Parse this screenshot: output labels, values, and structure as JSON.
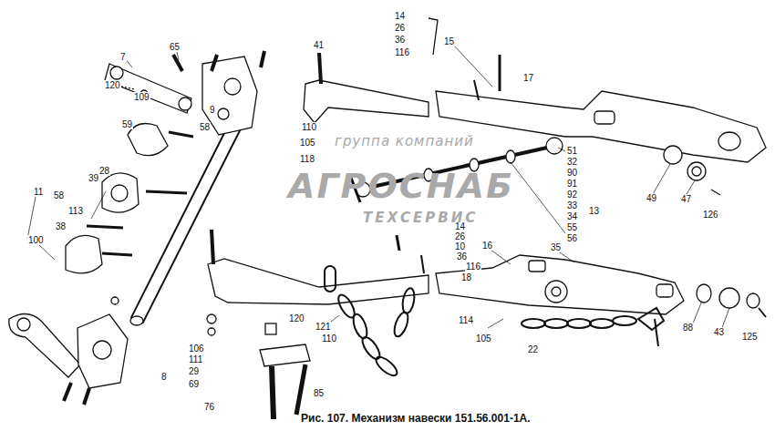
{
  "diagram": {
    "caption": "Рис. 107. Механизм навески 151.56.001-1А.",
    "labels": [
      "65",
      "7",
      "120",
      "109",
      "9",
      "59",
      "58",
      "28",
      "11",
      "39",
      "58",
      "113",
      "38",
      "100",
      "8",
      "106",
      "111",
      "29",
      "69",
      "76",
      "120",
      "121",
      "110",
      "85",
      "41",
      "14",
      "26",
      "36",
      "116",
      "15",
      "17",
      "110",
      "105",
      "118",
      "51",
      "32",
      "90",
      "91",
      "92",
      "33",
      "34",
      "55",
      "56",
      "13",
      "14",
      "26",
      "10",
      "36",
      "116",
      "18",
      "35",
      "16",
      "114",
      "105",
      "22",
      "88",
      "43",
      "125",
      "49",
      "47",
      "126",
      "группа компаний",
      "АГРОСНАБ",
      "ТЕХСЕРВИС"
    ]
  }
}
